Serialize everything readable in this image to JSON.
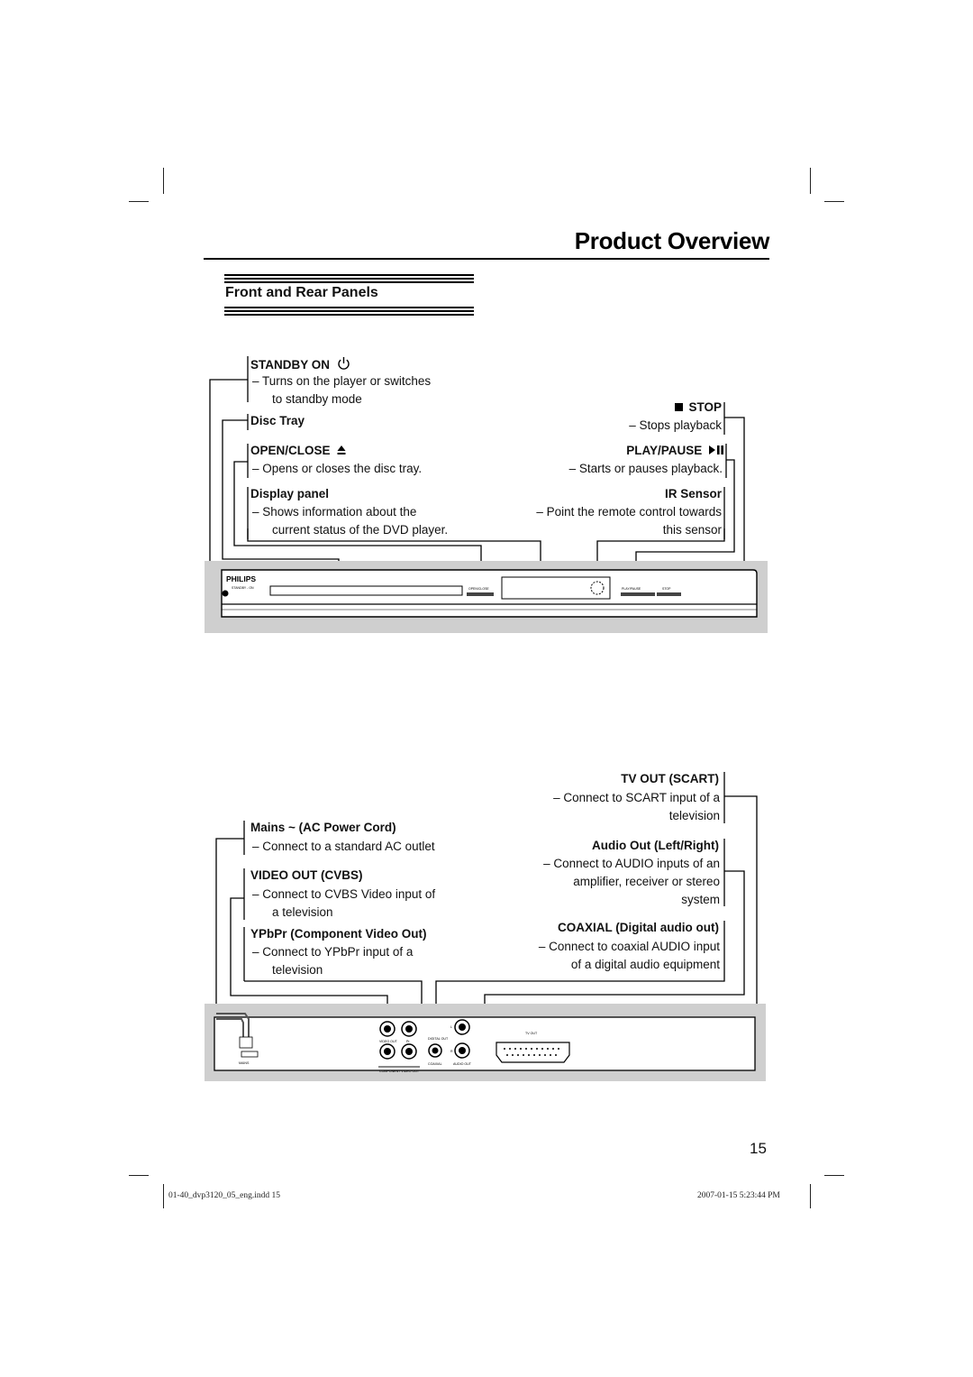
{
  "header": {
    "title": "Product Overview"
  },
  "section": {
    "title": "Front and Rear Panels"
  },
  "front_panel": {
    "standby": {
      "label": "STANDBY ON",
      "lines": [
        "–  Turns on the player or switches",
        "to standby mode"
      ]
    },
    "disc_tray": {
      "label": "Disc Tray"
    },
    "open_close": {
      "label": "OPEN/CLOSE",
      "lines": [
        "–  Opens or closes the disc tray."
      ]
    },
    "display_panel": {
      "label": "Display panel",
      "lines": [
        "–  Shows information about the",
        "current status of the DVD player."
      ]
    },
    "stop": {
      "label": "STOP",
      "lines": [
        "– Stops playback"
      ]
    },
    "play_pause": {
      "label": "PLAY/PAUSE",
      "lines": [
        "– Starts or pauses playback."
      ]
    },
    "ir_sensor": {
      "label": "IR Sensor",
      "lines": [
        "– Point the remote control towards",
        "this sensor"
      ]
    },
    "device": {
      "brand": "PHILIPS",
      "standby_text": "STANDBY - ON",
      "open_close_text": "OPEN/CLOSE",
      "play_text": "PLAY/PAUSE",
      "stop_text": "STOP"
    }
  },
  "rear_panel": {
    "mains": {
      "label": "Mains ~ (AC Power Cord)",
      "lines": [
        "–  Connect to a standard AC outlet"
      ]
    },
    "video_out": {
      "label": "VIDEO OUT (CVBS)",
      "lines": [
        "–  Connect to CVBS Video input of",
        "a television"
      ]
    },
    "ypbpr": {
      "label": "YPbPr (Component Video Out)",
      "lines": [
        "–  Connect to YPbPr input of a",
        "television"
      ]
    },
    "tv_out": {
      "label": "TV OUT (SCART)",
      "lines": [
        "– Connect to SCART input of a",
        "television"
      ]
    },
    "audio_out": {
      "label": "Audio Out (Left/Right)",
      "lines": [
        "– Connect to AUDIO inputs of an",
        "amplifier, receiver or stereo",
        "system"
      ]
    },
    "coaxial": {
      "label": "COAXIAL (Digital audio out)",
      "lines": [
        "– Connect to coaxial AUDIO input",
        "of a digital audio equipment"
      ]
    },
    "device": {
      "mains_text": "MAINS",
      "video_out_text": "VIDEO OUT",
      "component_text": "COMPONENT VIDEO OUT",
      "digital_out_text": "DIGITAL OUT",
      "coaxial_text": "COAXIAL",
      "audio_out_text": "AUDIO OUT",
      "tv_out_text": "TV OUT",
      "pr_text": "Pr",
      "l_text": "L",
      "r_text": "R"
    }
  },
  "page_number": "15",
  "footer": {
    "file": "01-40_dvp3120_05_eng.indd   15",
    "timestamp": "2007-01-15   5:23:44 PM"
  }
}
